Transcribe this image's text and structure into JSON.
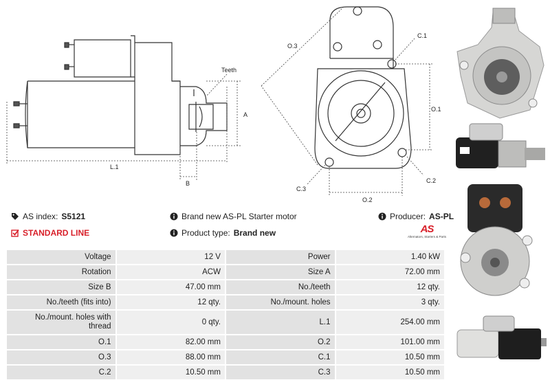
{
  "drawing": {
    "labels": {
      "teeth": "Teeth",
      "a": "A",
      "b": "B",
      "l1": "L.1",
      "o1": "O.1",
      "o2": "O.2",
      "o3": "O.3",
      "c1": "C.1",
      "c2": "C.2",
      "c3": "C.3"
    }
  },
  "info": {
    "as_index_label": "AS index:",
    "as_index_value": "S5121",
    "standard_line": "STANDARD LINE",
    "brand_new_text": "Brand new AS-PL Starter motor",
    "product_type_label": "Product type:",
    "product_type_value": "Brand new",
    "producer_label": "Producer:",
    "producer_value": "AS-PL"
  },
  "logo": {
    "mark": "AS",
    "tagline": "Alternators, Starters & Parts"
  },
  "specs": [
    {
      "l1": "Voltage",
      "v1": "12 V",
      "l2": "Power",
      "v2": "1.40 kW"
    },
    {
      "l1": "Rotation",
      "v1": "ACW",
      "l2": "Size A",
      "v2": "72.00 mm"
    },
    {
      "l1": "Size B",
      "v1": "47.00 mm",
      "l2": "No./teeth",
      "v2": "12 qty."
    },
    {
      "l1": "No./teeth (fits into)",
      "v1": "12 qty.",
      "l2": "No./mount. holes",
      "v2": "3 qty."
    },
    {
      "l1": "No./mount. holes with thread",
      "v1": "0 qty.",
      "l2": "L.1",
      "v2": "254.00 mm"
    },
    {
      "l1": "O.1",
      "v1": "82.00 mm",
      "l2": "O.2",
      "v2": "101.00 mm"
    },
    {
      "l1": "O.3",
      "v1": "88.00 mm",
      "l2": "C.1",
      "v2": "10.50 mm"
    },
    {
      "l1": "C.2",
      "v1": "10.50 mm",
      "l2": "C.3",
      "v2": "10.50 mm"
    }
  ]
}
